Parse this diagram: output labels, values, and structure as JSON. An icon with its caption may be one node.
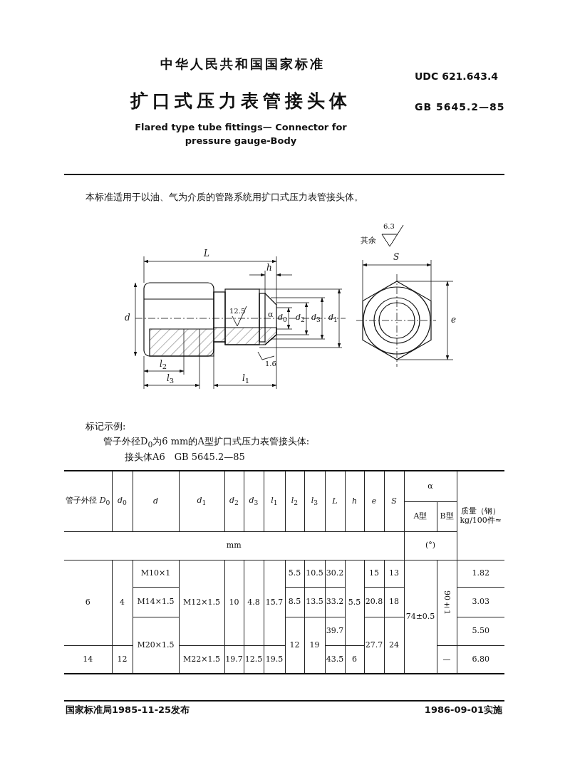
{
  "diagram": {
    "title": "扩口式压力表管接头体",
    "labels": [
      "中华人民共和国国家标准",
      "UDC 621.643.4",
      "GB 5645.2—85",
      "Flared type tube fittings— Connector for pressure gauge-Body",
      "本标准适用于以油、气为介质的管路系统用扩口式压力表管接头体。",
      "其余",
      "6.3",
      "*L*",
      "*h*",
      "*d*",
      "12.5",
      "α",
      "*d*$_{0}$",
      "*d*$_{2}$",
      "*d*$_{3}$",
      "*d*$_{1}$",
      "1.6",
      "*l*$_{2}$",
      "*l*$_{3}$",
      "*l*$_{1}$",
      "*S*",
      "*e*",
      "标记示例:",
      "管子外径D$_{0}$为6 mm的A型扩口式压力表管接头体:",
      "接头体A6　GB 5645.2—85",
      "管子外径 *D*$_{0}$",
      "*d*$_{0}$",
      "*d*",
      "*d*$_{1}$",
      "*d*$_{2}$",
      "*d*$_{3}$",
      "*l*$_{1}$",
      "*l*$_{2}$",
      "*l*$_{3}$",
      "*L*",
      "*h*",
      "*e*",
      "*S*",
      "α",
      "质量（钢） kg/100件≈",
      "A型",
      "B型",
      "mm",
      "(°)",
      "6",
      "4",
      "M10×1",
      "M12×1.5",
      "10",
      "4.8",
      "15.7",
      "5.5",
      "10.5",
      "30.2",
      "5.5",
      "15",
      "13",
      "74±0.5",
      "90±1",
      "1.82",
      "M14×1.5",
      "8.5",
      "13.5",
      "33.2",
      "20.8",
      "18",
      "3.03",
      "M20×1.5",
      "12",
      "19",
      "39.7",
      "27.7",
      "24",
      "5.50",
      "14",
      "12",
      "M22×1.5",
      "19.7",
      "12.5",
      "19.5",
      "43.5",
      "6",
      "—",
      "6.80",
      "国家标准局1985-11-25发布",
      "1986-09-01实施"
    ]
  }
}
